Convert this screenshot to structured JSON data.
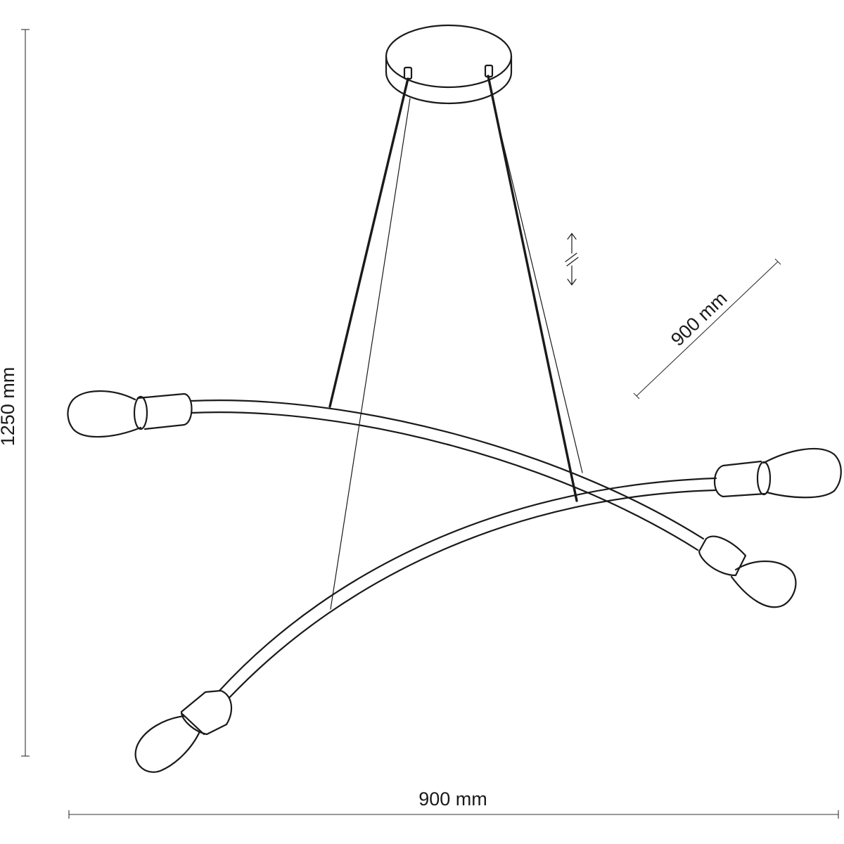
{
  "dimensions": {
    "height_label": "1250 mm",
    "width_label": "900 mm",
    "diagonal_label": "900 mm"
  },
  "colors": {
    "ink": "#1a1a1a",
    "background": "#ffffff"
  },
  "icons": {
    "adjustable_cable": "double-arrow-adjust-icon"
  }
}
